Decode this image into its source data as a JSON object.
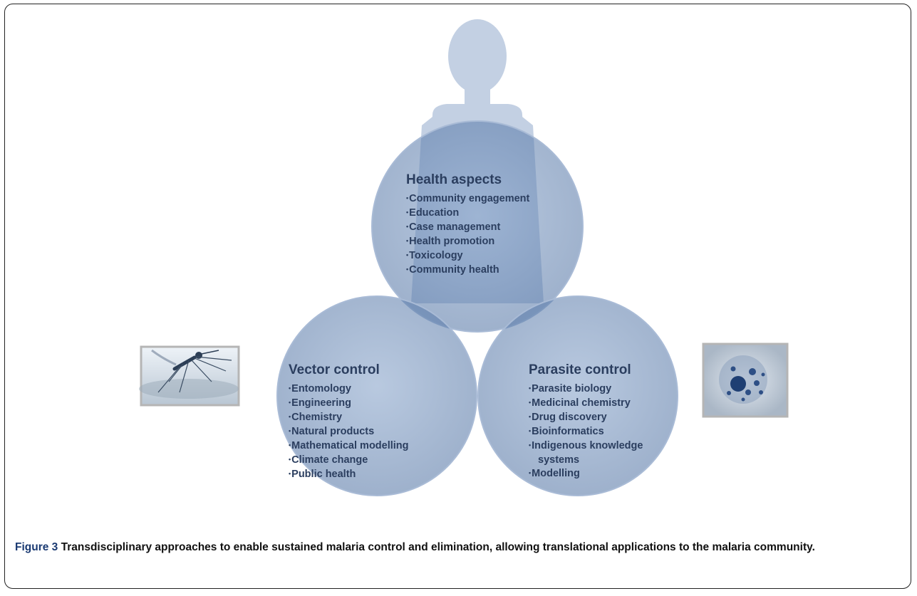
{
  "health": {
    "title": "Health aspects",
    "items": [
      "Community engagement",
      "Education",
      "Case management",
      "Health promotion",
      "Toxicology",
      "Community health"
    ]
  },
  "vector": {
    "title": "Vector control",
    "items": [
      "Entomology",
      "Engineering",
      "Chemistry",
      "Natural products",
      "Mathematical modelling",
      "Climate change",
      "Public health"
    ]
  },
  "parasite": {
    "title": "Parasite control",
    "items": [
      "Parasite biology",
      "Medicinal chemistry",
      "Drug discovery",
      "Bioinformatics",
      "Indigenous knowledge systems",
      "Modelling"
    ]
  },
  "caption": {
    "label": "Figure 3",
    "text": "Transdisciplinary approaches to enable sustained malaria control and elimination, allowing translational applications to the malaria community."
  },
  "colors": {
    "circle_fill": "#5c7fae",
    "text": "#2b3e5f",
    "silhouette": "#c3d0e3"
  },
  "icons": {
    "top": "human-silhouette-icon",
    "left": "mosquito-icon",
    "right": "parasite-cell-icon"
  }
}
